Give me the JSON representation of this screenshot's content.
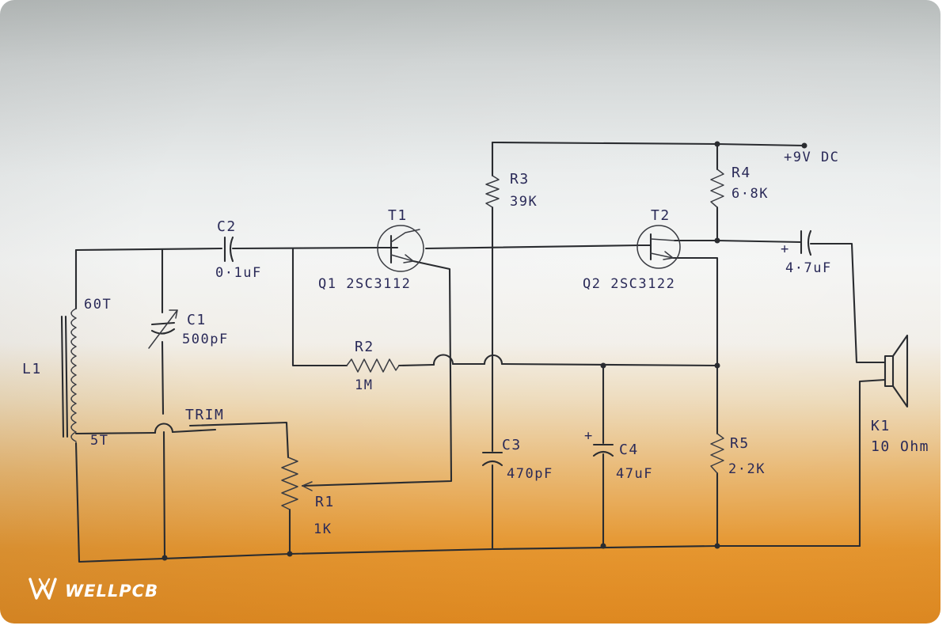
{
  "diagram": {
    "inductor": {
      "name": "L1",
      "tap_top": "60T",
      "tap_bottom": "5T"
    },
    "c1": {
      "name": "C1",
      "value": "500pF"
    },
    "c2": {
      "name": "C2",
      "value": "0·1uF"
    },
    "t1": {
      "name": "T1",
      "part": "Q1 2SC3112"
    },
    "t2": {
      "name": "T2",
      "part": "Q2 2SC3122"
    },
    "r1": {
      "name": "R1",
      "value": "1K"
    },
    "r2": {
      "name": "R2",
      "value": "1M"
    },
    "r3": {
      "name": "R3",
      "value": "39K"
    },
    "r4": {
      "name": "R4",
      "value": "6·8K"
    },
    "r5": {
      "name": "R5",
      "value": "2·2K"
    },
    "c3": {
      "name": "C3",
      "value": "470pF"
    },
    "c4": {
      "name": "C4",
      "value": "47uF",
      "polarity": "+"
    },
    "c5": {
      "value": "4·7uF",
      "polarity": "+"
    },
    "k1": {
      "name": "K1",
      "value": "10 Ohm"
    },
    "trim": "TRIM",
    "supply": "+9V DC"
  },
  "watermark": {
    "text": "WELLPCB"
  }
}
